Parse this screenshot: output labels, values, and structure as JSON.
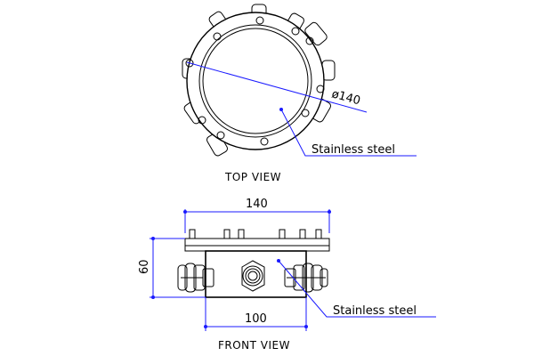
{
  "top_view": {
    "title": "TOP VIEW",
    "diameter_label": "ø140",
    "material_label": "Stainless steel"
  },
  "front_view": {
    "title": "FRONT VIEW",
    "width_top_label": "140",
    "width_bottom_label": "100",
    "height_label": "60",
    "material_label": "Stainless steel"
  },
  "colors": {
    "outline": "#000000",
    "dimension": "#1a1aff"
  }
}
